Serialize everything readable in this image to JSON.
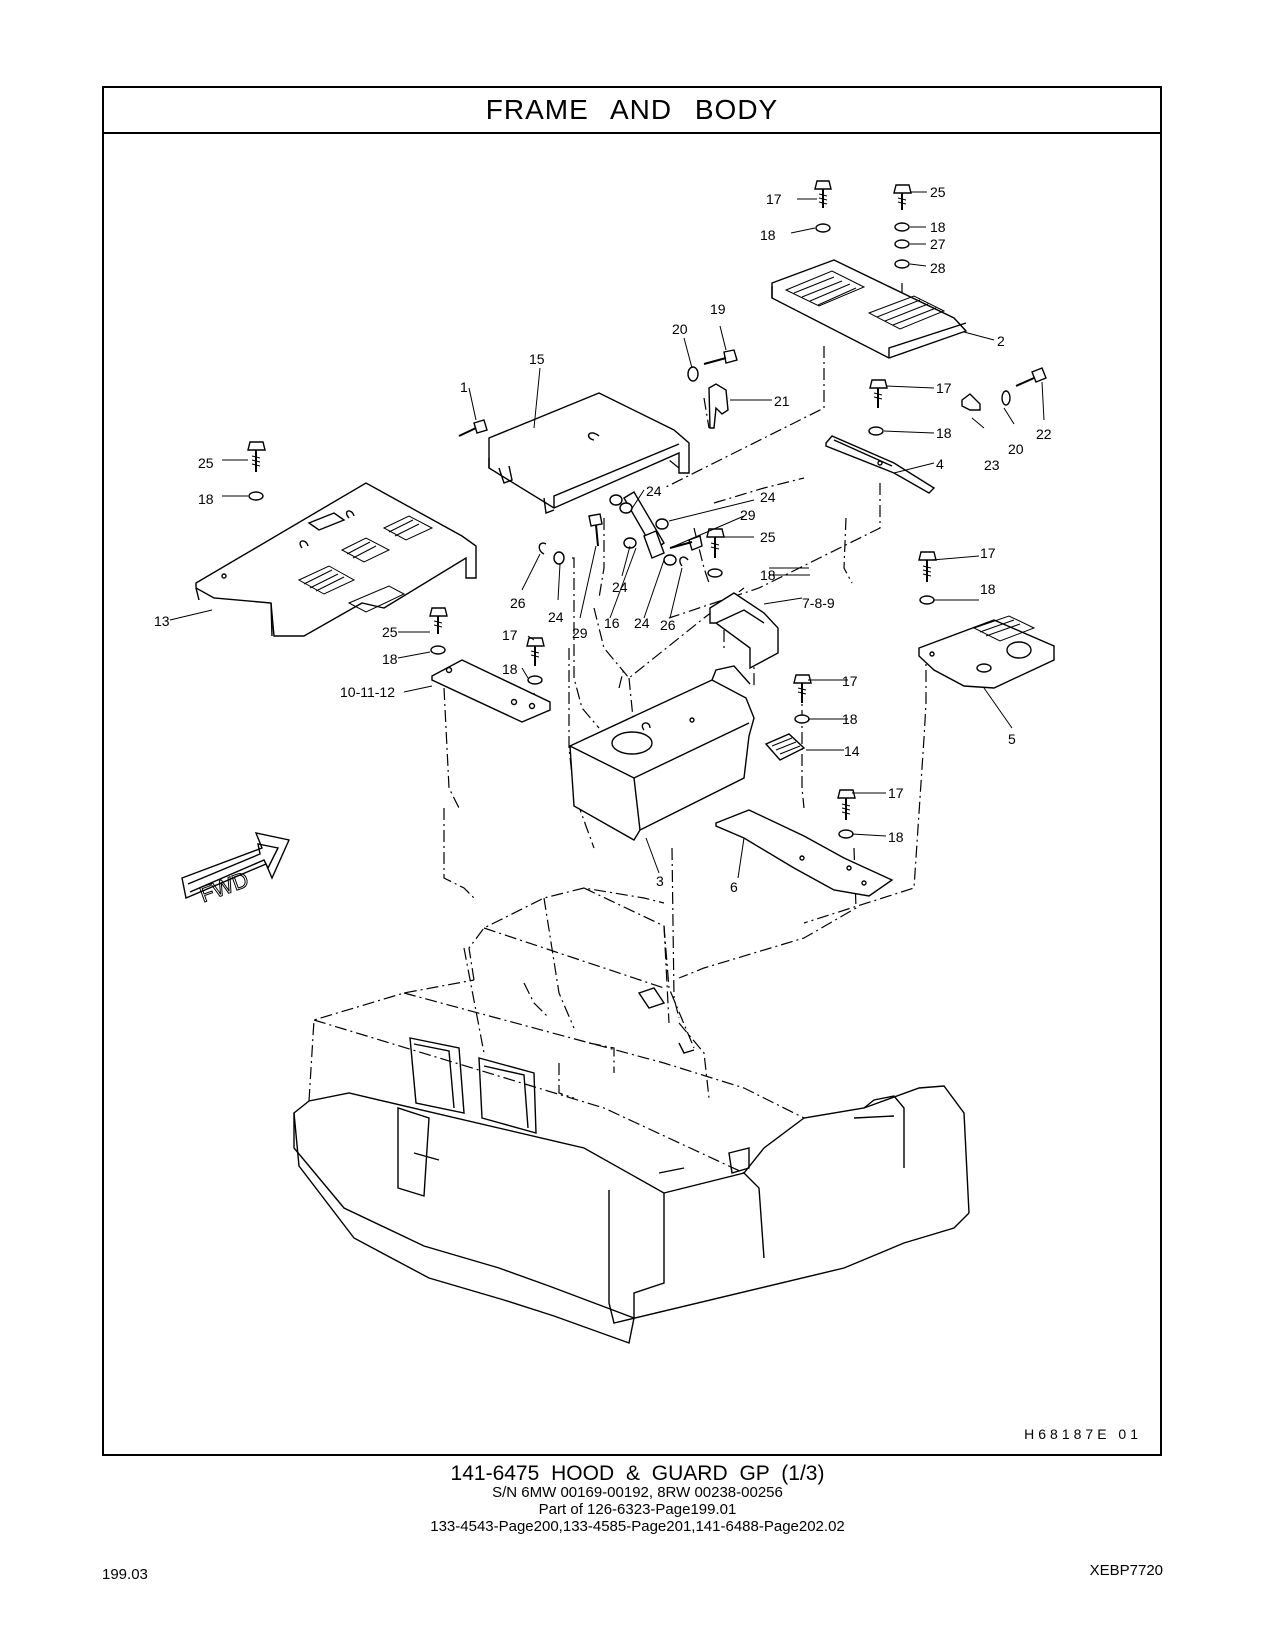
{
  "header": {
    "title": "FRAME AND BODY"
  },
  "drawing": {
    "code": "H68187E   01",
    "fwd_label": "FWD",
    "callouts": {
      "c17a": "17",
      "c25a": "25",
      "c18a": "18",
      "c18b": "18",
      "c27": "27",
      "c28": "28",
      "c2": "2",
      "c19": "19",
      "c20a": "20",
      "c15": "15",
      "c1": "1",
      "c21": "21",
      "c17b": "17",
      "c18c": "18",
      "c23": "23",
      "c20b": "20",
      "c22": "22",
      "c4": "4",
      "c25b": "25",
      "c18d": "18",
      "c24a": "24",
      "c24b": "24",
      "c29a": "29",
      "c25c": "25",
      "c18e": "18",
      "c13": "13",
      "c26a": "26",
      "c24c": "24",
      "c29b": "29",
      "c16": "16",
      "c24d": "24",
      "c24e": "24",
      "c26b": "26",
      "c789": "7-8-9",
      "c17c": "17",
      "c18f": "18",
      "c25d": "25",
      "c18g": "18",
      "c17d": "17",
      "c18h": "18",
      "c101112": "10-11-12",
      "c5": "5",
      "c17e": "17",
      "c18i": "18",
      "c14": "14",
      "c17f": "17",
      "c18j": "18",
      "c3": "3",
      "c6": "6"
    }
  },
  "caption": {
    "main": "141-6475  HOOD & GUARD GP (1/3)",
    "serial": "S/N 6MW 00169-00192, 8RW 00238-00256",
    "part_of": "Part of 126-6323-Page199.01",
    "refs": "133-4543-Page200,133-4585-Page201,141-6488-Page202.02"
  },
  "footer": {
    "page": "199.03",
    "doc_id": "XEBP7720"
  }
}
